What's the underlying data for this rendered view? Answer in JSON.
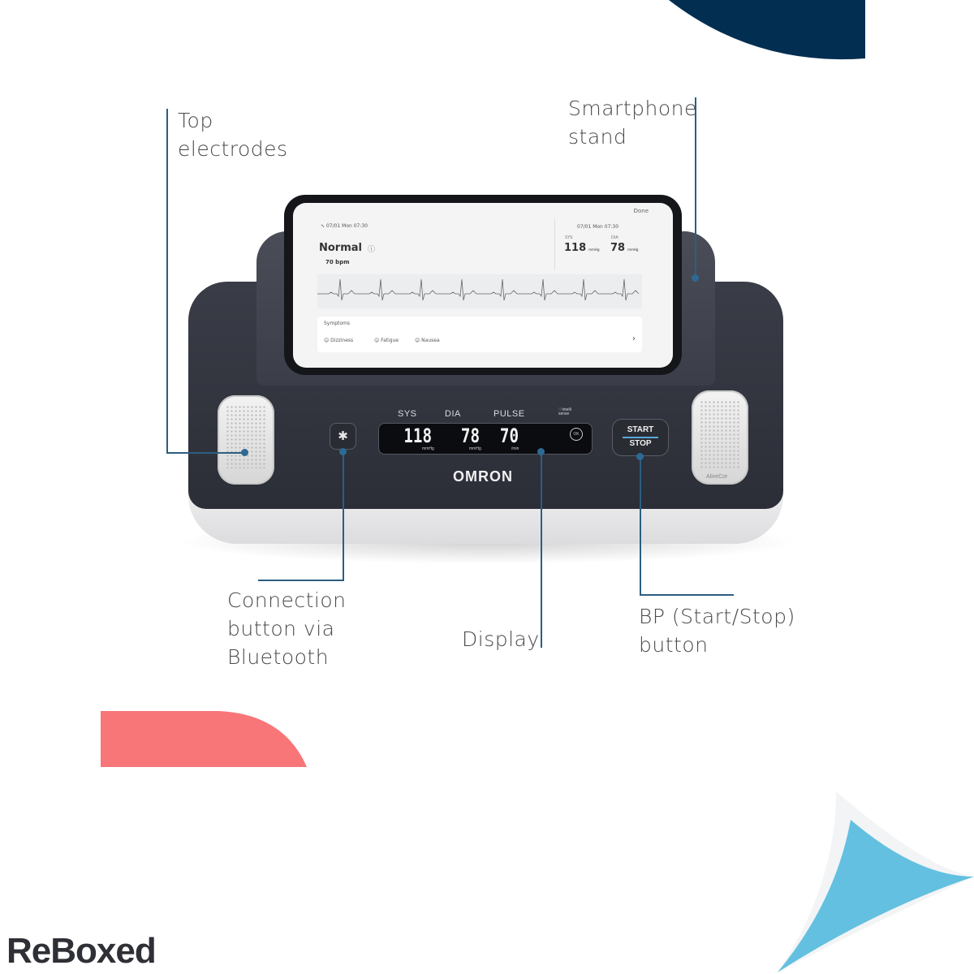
{
  "callouts": {
    "top_electrodes": [
      "Top",
      "electrodes"
    ],
    "smartphone_stand": [
      "Smartphone",
      "stand"
    ],
    "connection_button": [
      "Connection",
      "button via",
      "Bluetooth"
    ],
    "display": [
      "Display"
    ],
    "bp_button": [
      "BP (Start/Stop)",
      "button"
    ]
  },
  "phone_screen": {
    "done": "Done",
    "ecg_date": "07/01 Mon 07:30",
    "result": "Normal",
    "bpm": "70 bpm",
    "bp_date": "07/01 Mon 07:30",
    "sys_label": "SYS",
    "dia_label": "DIA",
    "sys_value": "118",
    "dia_value": "78",
    "unit": "mmHg",
    "symptoms_label": "Symptoms",
    "symptoms": [
      "Dizziness",
      "Fatigue",
      "Nausea"
    ]
  },
  "device_display": {
    "labels": [
      "SYS",
      "DIA",
      "PULSE"
    ],
    "values": [
      "118",
      "78",
      "70"
    ],
    "units": [
      "mmHg",
      "mmHg",
      "/min"
    ],
    "intellisense": "intelli sense",
    "ok": "OK"
  },
  "device": {
    "brand": "OMRON",
    "start": "START",
    "stop": "STOP",
    "alivecor": "AliveCor",
    "bluetooth_glyph": "✱"
  },
  "logo": "ReBoxed",
  "colors": {
    "navy": "#022e52",
    "coral": "#f87578",
    "sky": "#63c0e0",
    "callout_line": "#2c5e80"
  }
}
